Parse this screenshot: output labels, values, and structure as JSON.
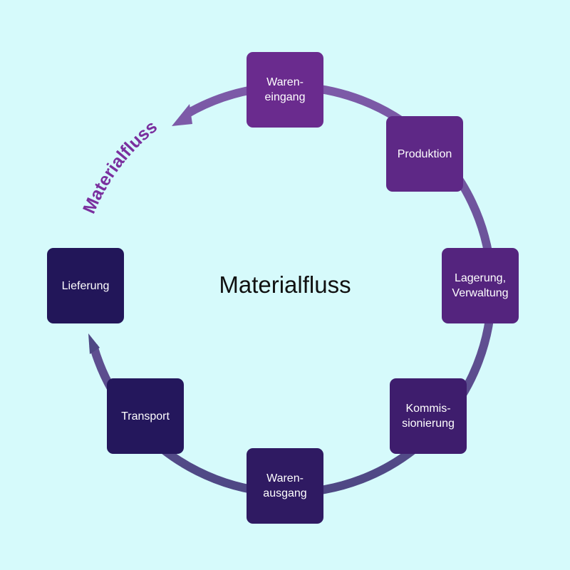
{
  "title": "Materialfluss",
  "arc_label": "Materialfluss",
  "nodes": [
    {
      "label": "Waren-\neingang",
      "color": "#6a2b8e"
    },
    {
      "label": "Produktion",
      "color": "#5e2886"
    },
    {
      "label": "Lagerung,\nVerwaltung",
      "color": "#54247e"
    },
    {
      "label": "Kommis-\nsionierung",
      "color": "#3e1d6d"
    },
    {
      "label": "Waren-\nausgang",
      "color": "#2f1a62"
    },
    {
      "label": "Transport",
      "color": "#24175c"
    },
    {
      "label": "Lieferung",
      "color": "#221659"
    }
  ],
  "colors": {
    "background": "#d6fafb",
    "ring_top": "#7d5aa8",
    "ring_bottom": "#4e4884",
    "arc_label": "#7a2f9e"
  }
}
